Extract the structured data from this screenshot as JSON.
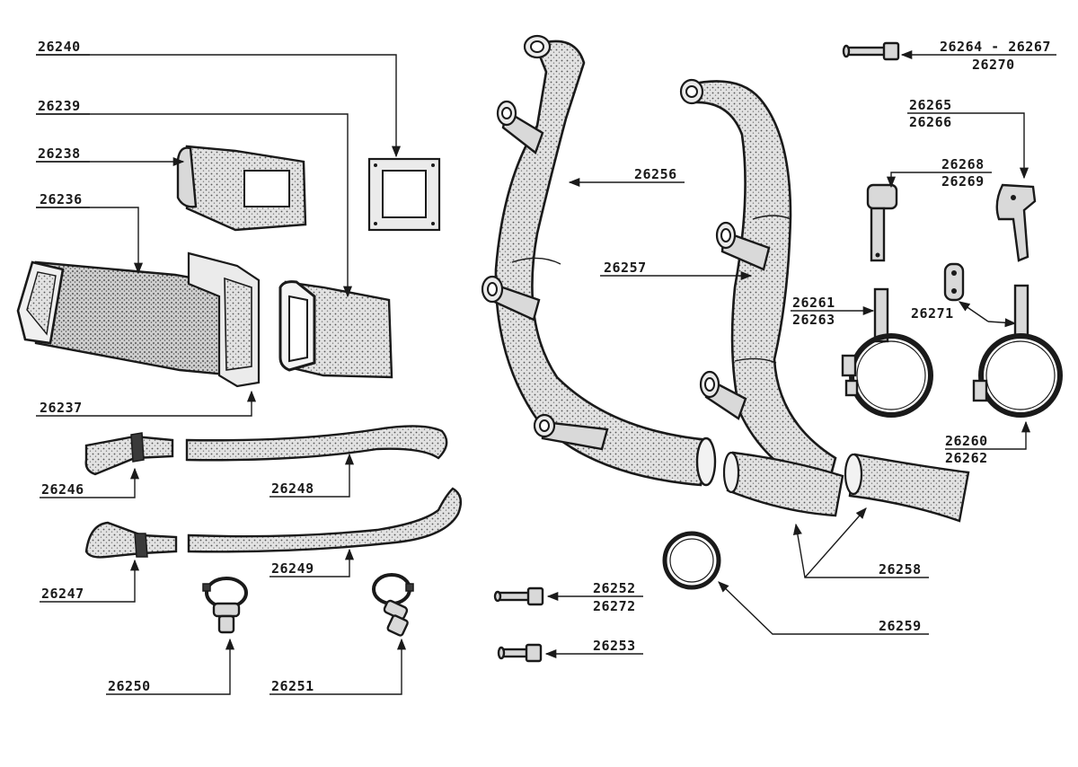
{
  "labels": {
    "l26240": "26240",
    "l26239": "26239",
    "l26238": "26238",
    "l26236": "26236",
    "l26237": "26237",
    "l26246": "26246",
    "l26248": "26248",
    "l26247": "26247",
    "l26249": "26249",
    "l26250": "26250",
    "l26251": "26251",
    "l26256": "26256",
    "l26257": "26257",
    "l26258": "26258",
    "l26259": "26259",
    "l26252": "26252",
    "l26272": "26272",
    "l26253": "26253",
    "l26264": "26264 - 26267",
    "l26270": "26270",
    "l26265": "26265",
    "l26266": "26266",
    "l26268": "26268",
    "l26269": "26269",
    "l26261": "26261",
    "l26263": "26263",
    "l26271": "26271",
    "l26260": "26260",
    "l26262": "26262"
  }
}
